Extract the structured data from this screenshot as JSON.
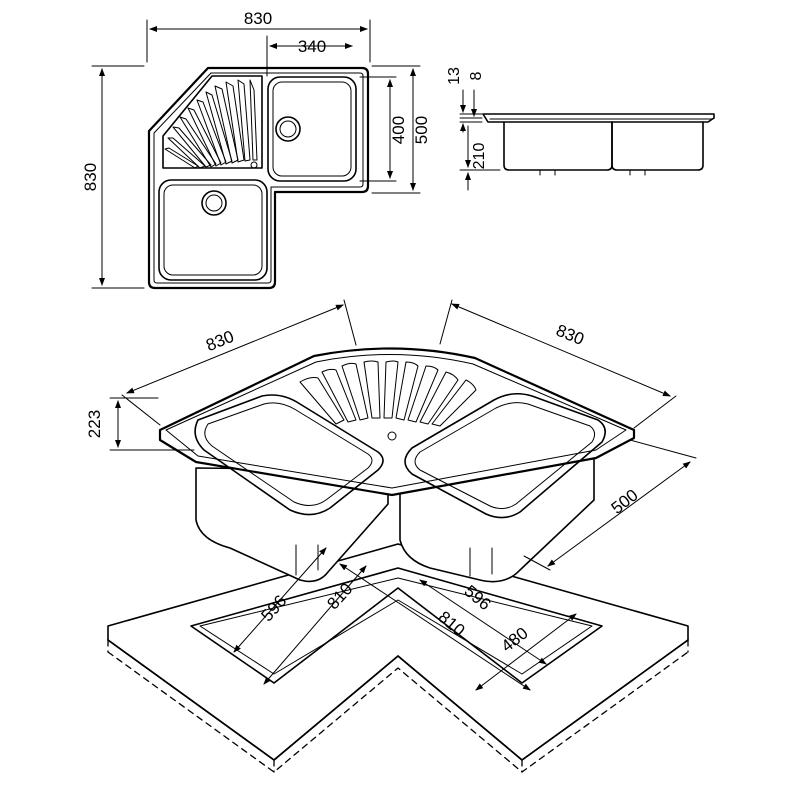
{
  "top_view": {
    "overall_width": "830",
    "overall_height": "830",
    "bowl_width": "340",
    "bowl_depth": "400",
    "outer_depth": "500"
  },
  "side_view": {
    "rim_13": "13",
    "rim_8": "8",
    "bowl_depth": "210"
  },
  "iso_view": {
    "left_length": "830",
    "right_length": "830",
    "height": "223",
    "depth": "500"
  },
  "cutout": {
    "left_inner": "596",
    "left_outer": "810",
    "right_inner": "596",
    "right_outer": "810",
    "depth": "480"
  }
}
